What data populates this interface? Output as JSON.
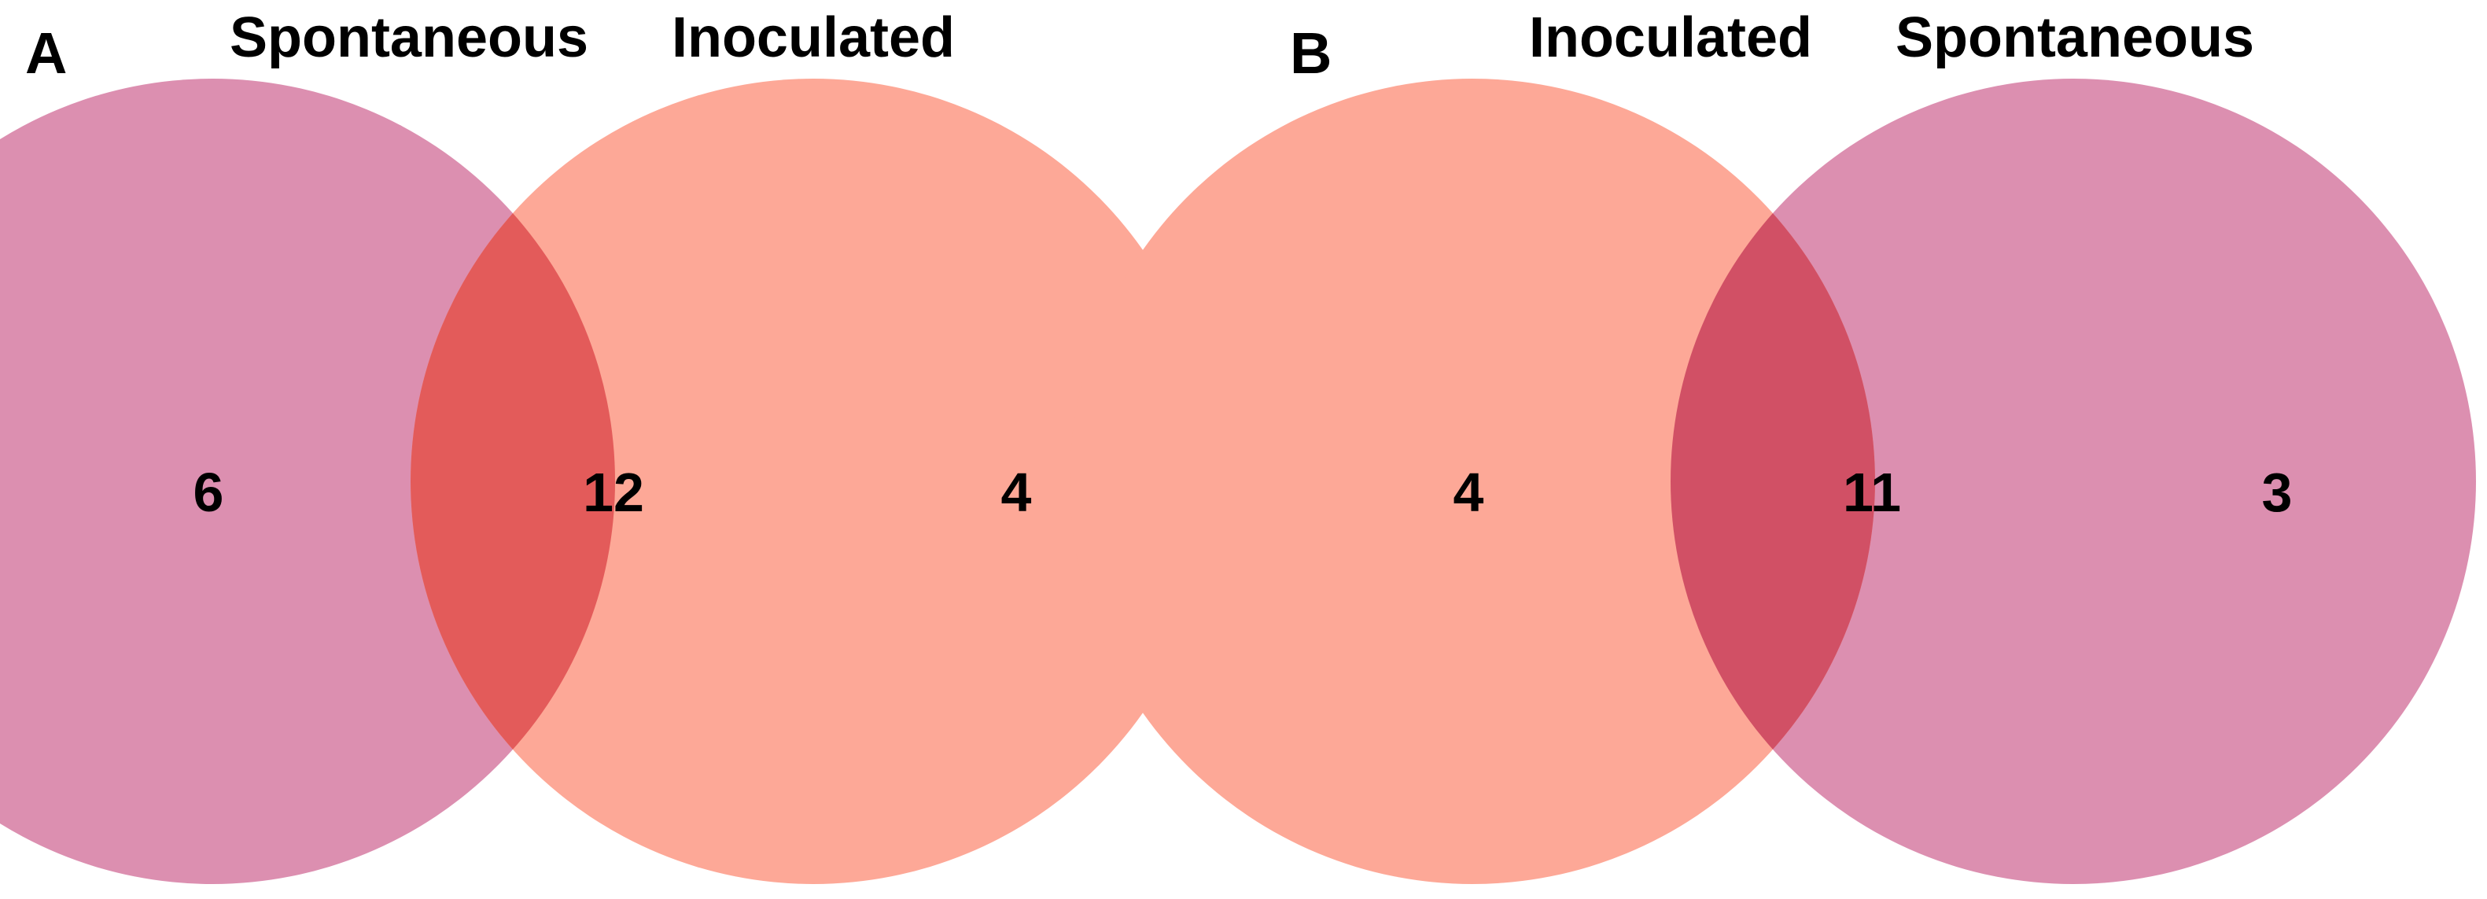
{
  "colors": {
    "spontaneous": "#dc8fb0",
    "inoculated": "#fda897",
    "overlap_a": "#e35b5a",
    "overlap_b": "#d15065",
    "text": "#000000"
  },
  "panels": [
    {
      "letter": "A",
      "left_set": "Spontaneous",
      "right_set": "Inoculated",
      "left_only": "6",
      "overlap": "12",
      "right_only": "4"
    },
    {
      "letter": "B",
      "left_set": "Inoculated",
      "right_set": "Spontaneous",
      "left_only": "4",
      "overlap": "11",
      "right_only": "3"
    }
  ]
}
